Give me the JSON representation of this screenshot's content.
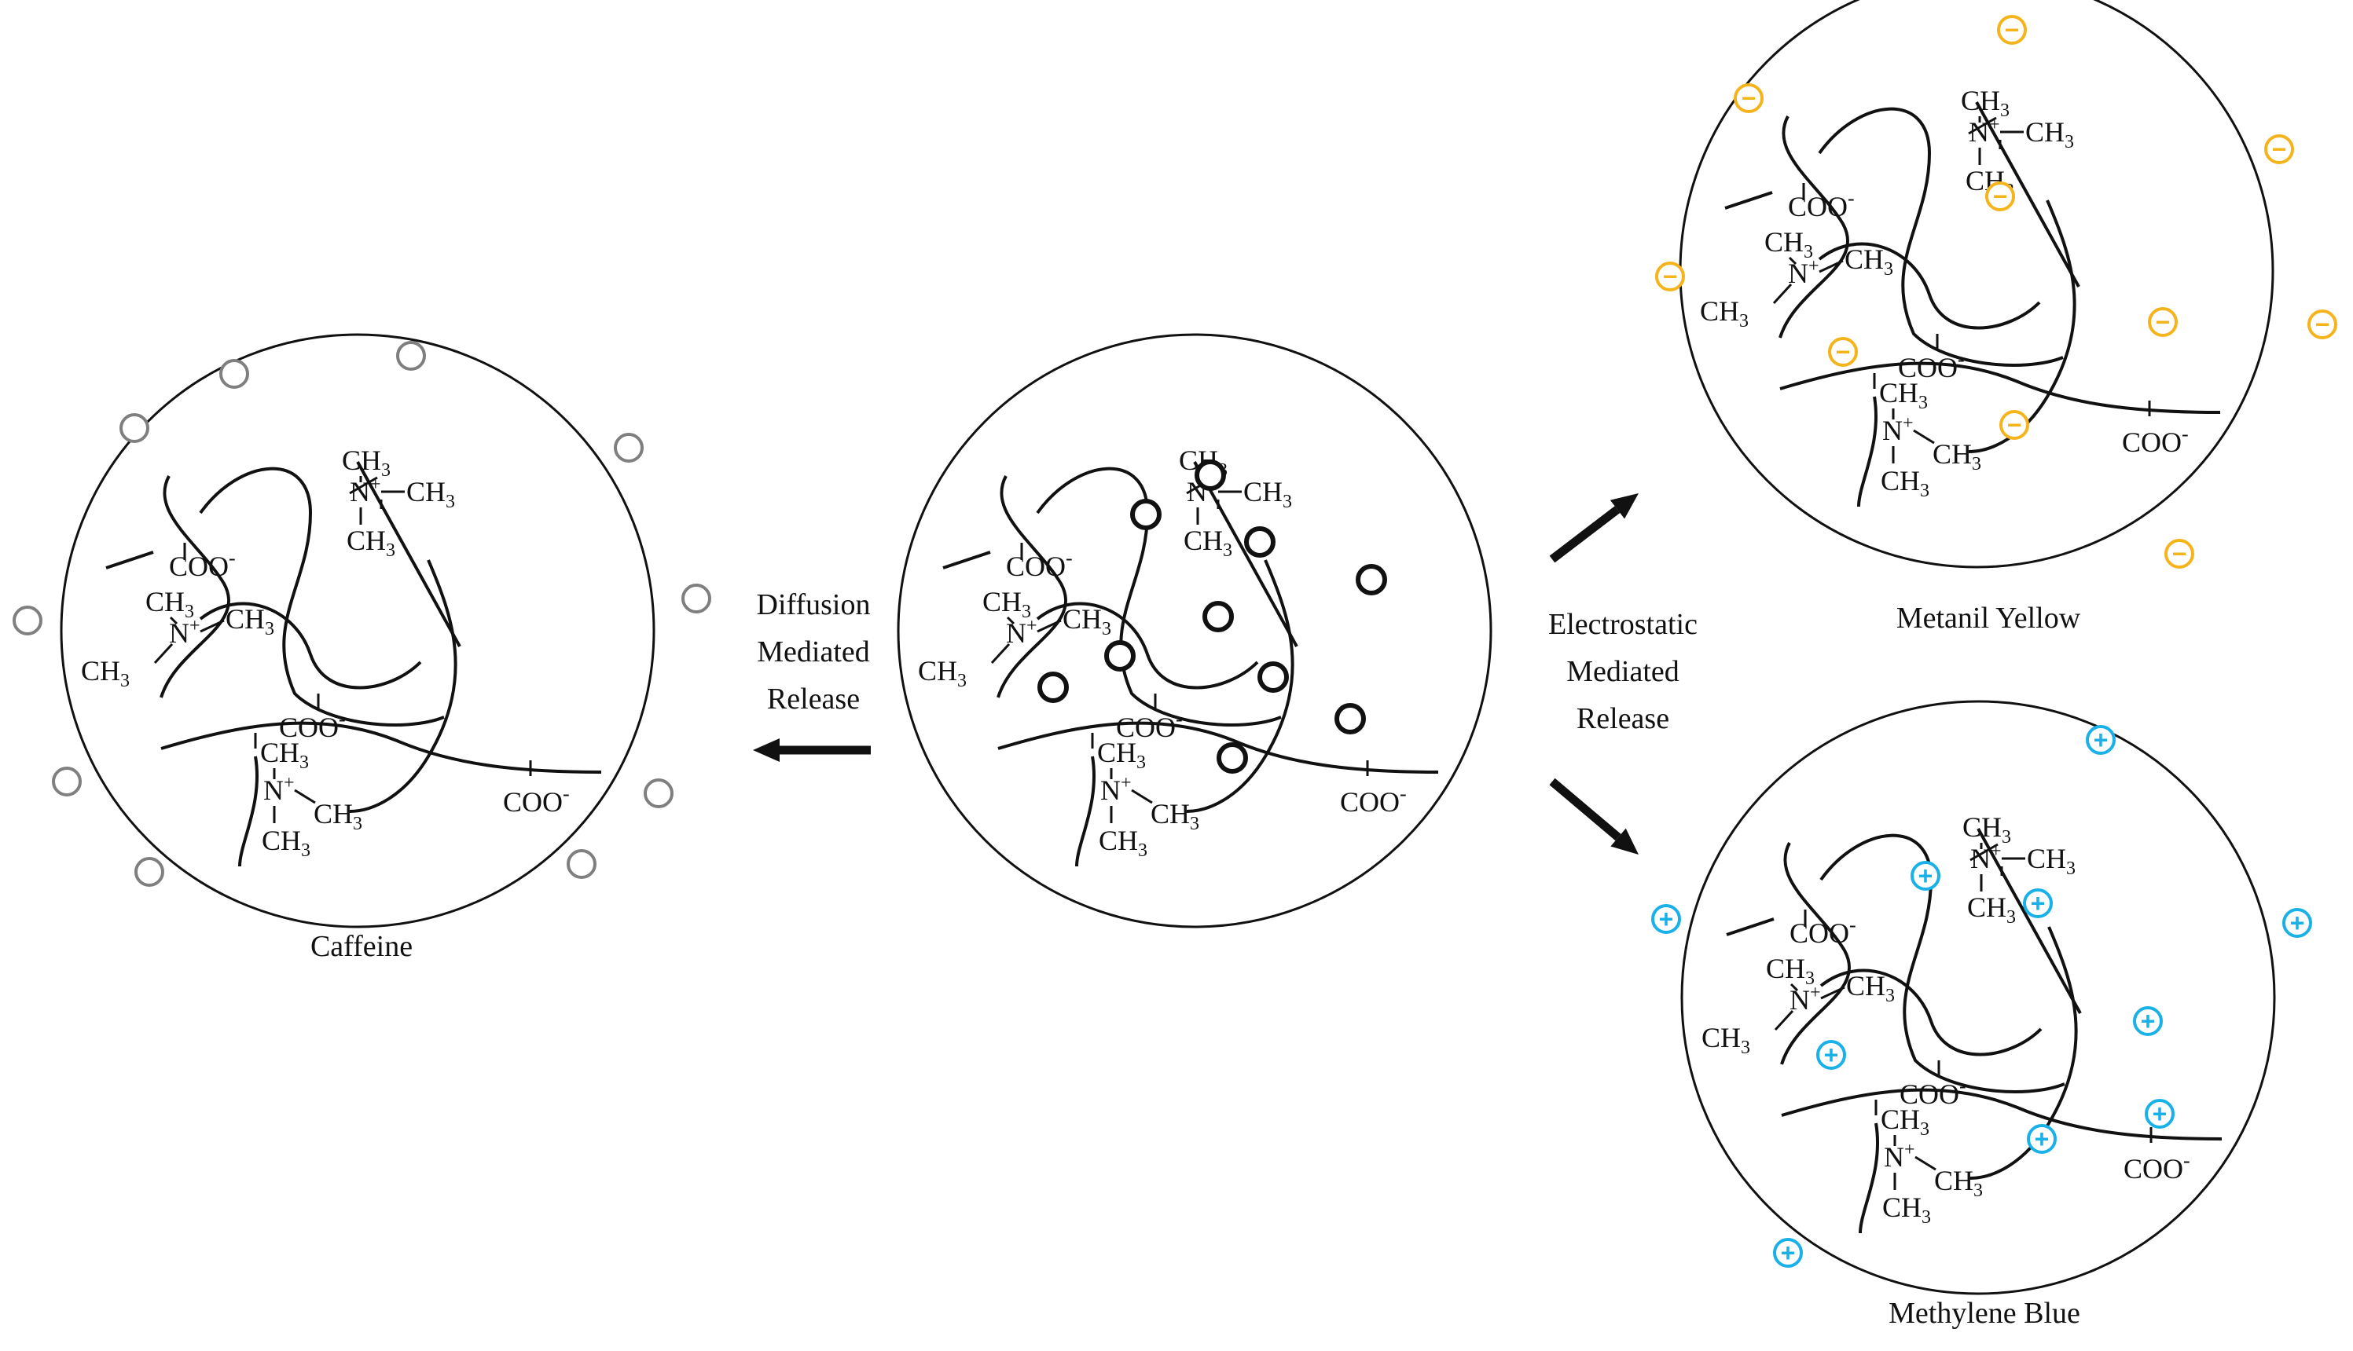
{
  "labels": {
    "caffeine": "Caffeine",
    "metanil_yellow": "Metanil Yellow",
    "methylene_blue": "Methylene Blue",
    "diffusion_release": [
      "Diffusion",
      "Mediated",
      "Release"
    ],
    "electrostatic_release": [
      "Electrostatic",
      "Mediated",
      "Release"
    ]
  },
  "chemistry": {
    "methyl": "CH",
    "methyl_subscript": "3",
    "ammonium": "N",
    "ammonium_charge": "+",
    "carboxylate": "COO",
    "carboxylate_charge": "-"
  },
  "charges": {
    "negative": "−",
    "positive": "+"
  },
  "colors": {
    "line": "#111111",
    "caffeine_marker": "#7f7f7f",
    "loaded_marker": "#111111",
    "anionic_dye": "#f5b41c",
    "cationic_dye": "#1ab0e8"
  },
  "icons": {
    "neutral_molecule": "hollow-circle",
    "anionic_molecule": "circle-minus",
    "cationic_molecule": "circle-plus",
    "release_direction": "arrow"
  }
}
